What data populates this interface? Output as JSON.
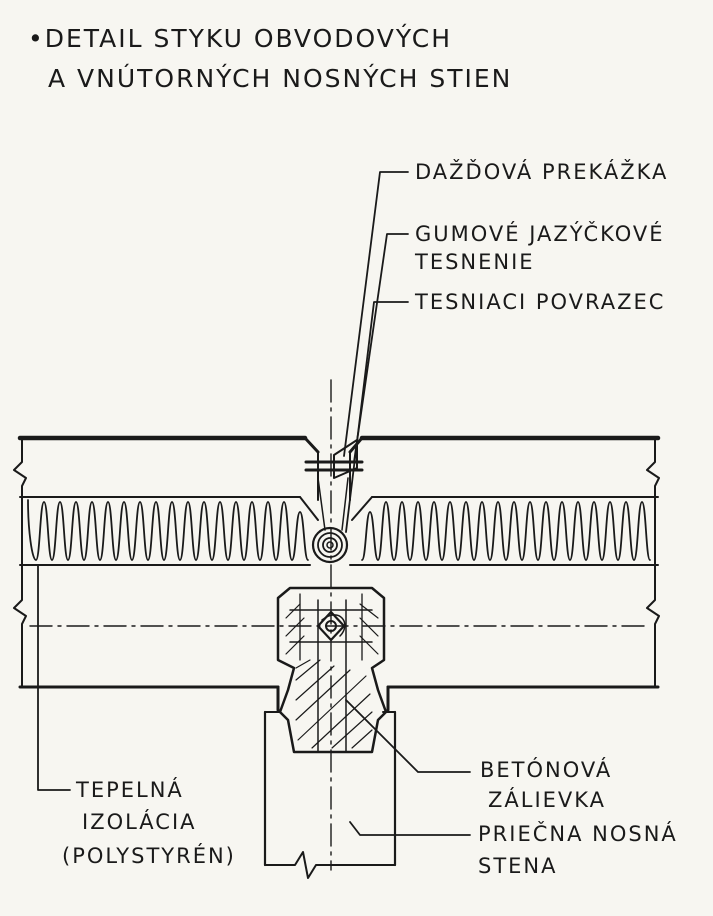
{
  "title": {
    "line1": "•DETAIL STYKU OBVODOVÝCH",
    "line2": "A VNÚTORNÝCH NOSNÝCH STIEN"
  },
  "labels": {
    "rain_barrier": "DAŽĎOVÁ PREKÁŽKA",
    "rubber_seal_line1": "GUMOVÉ JAZÝČKOVÉ",
    "rubber_seal_line2": "TESNENIE",
    "sealing_cord": "TESNIACI POVRAZEC",
    "concrete_grout_line1": "BETÓNOVÁ",
    "concrete_grout_line2": "ZÁLIEVKA",
    "thermal_insulation_line1": "TEPELNÁ",
    "thermal_insulation_line2": "IZOLÁCIA",
    "thermal_insulation_line3": "(POLYSTYRÉN)",
    "cross_wall_line1": "PRIEČNA NOSNÁ",
    "cross_wall_line2": "STENA"
  },
  "colors": {
    "ink": "#1a1a1a",
    "paper": "#f7f6f1"
  }
}
